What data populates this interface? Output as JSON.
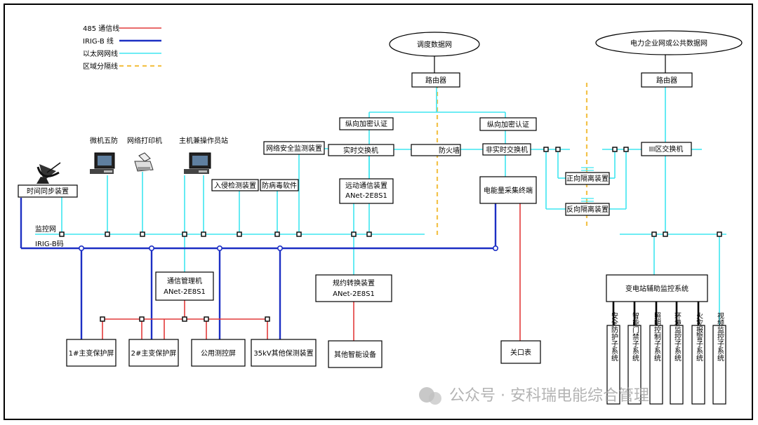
{
  "legend": {
    "rs485": "485 通信线",
    "irigb": "IRIG-B  线",
    "ethernet": "以太网网线",
    "zone": "区域分隔线"
  },
  "colors": {
    "rs485": "#e23a3a",
    "irigb": "#1c2fc4",
    "ethernet": "#3ee6f0",
    "zone": "#f3c24a"
  },
  "clouds": {
    "dispatch": "调度数据网",
    "enterprise": "电力企业网或公共数据网"
  },
  "router": "路由器",
  "station_top": {
    "wufang": "微机五防",
    "printer": "网络打印机",
    "host": "主机兼操作员站",
    "time_sync": "时间同步装置",
    "intrusion": "入侵检测装置",
    "antivirus": "防病毒软件",
    "net_monitor": "网络安全监测装置"
  },
  "zone1": {
    "encrypt": "纵向加密认证",
    "rt_switch": "实时交换机",
    "firewall": "防火墙",
    "remote_comm": "远动通信装置",
    "remote_comm_model": "ANet-2E8S1"
  },
  "zone2": {
    "encrypt": "纵向加密认证",
    "nrt_switch": "非实时交换机",
    "meter_terminal": "电能量采集终端",
    "gate_meter": "关口表"
  },
  "isolation": {
    "forward": "正向隔离装置",
    "reverse": "反向隔离装置"
  },
  "zone3": {
    "switch": "III区交换机",
    "aux_system": "变电站辅助监控系统",
    "subsystems": [
      "安全防护子系统",
      "智能门禁子系统",
      "照明控制子系统",
      "环境监控子系统",
      "火灾报警子系统",
      "视频监控子系统"
    ]
  },
  "bus": {
    "monitor": "监控网",
    "irigb": "IRIG-B码"
  },
  "devices": {
    "comm_manager": "通信管理机",
    "comm_manager_model": "ANet-2E8S1",
    "protocol_conv": "规约转换装置",
    "protocol_conv_model": "ANet-2E8S1",
    "other_smart": "其他智能设备",
    "main1": "1#主变保护屏",
    "main2": "2#主变保护屏",
    "public": "公用测控屏",
    "kv35": "35kV其他保测装置"
  },
  "watermark": "公众号 · 安科瑞电能综合管理"
}
